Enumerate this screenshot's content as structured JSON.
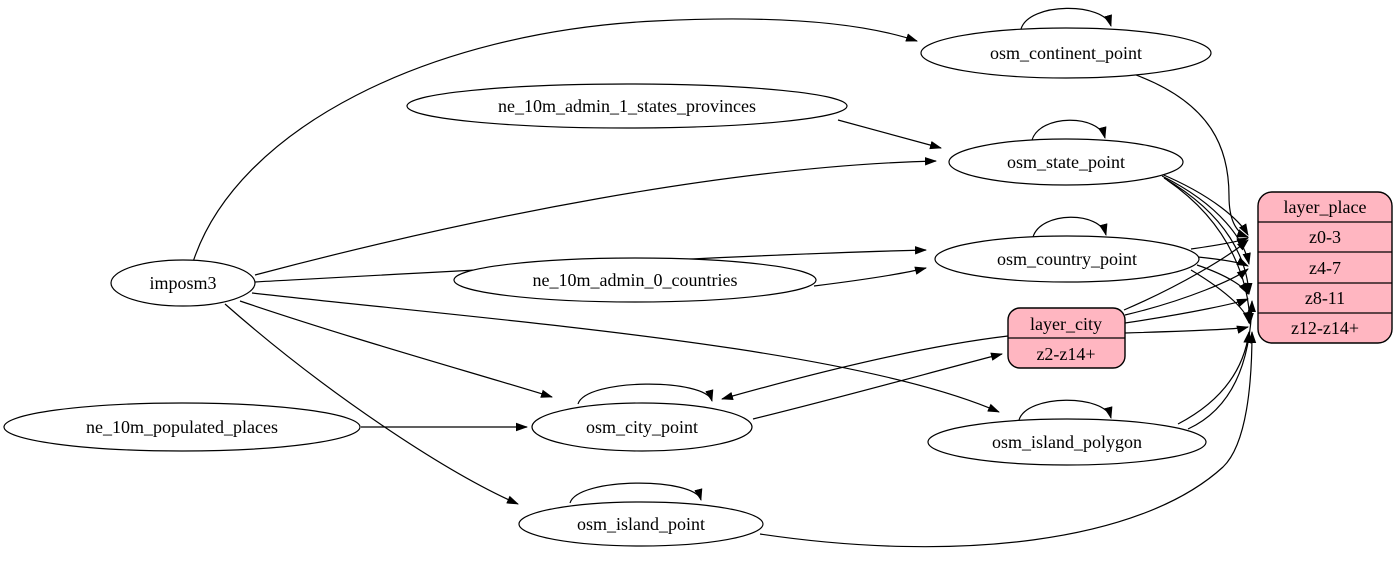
{
  "diagram": {
    "type": "graphviz-etl-flow",
    "nodes": {
      "imposm3": {
        "label": "imposm3",
        "shape": "ellipse"
      },
      "ne_admin1": {
        "label": "ne_10m_admin_1_states_provinces",
        "shape": "ellipse"
      },
      "ne_admin0": {
        "label": "ne_10m_admin_0_countries",
        "shape": "ellipse"
      },
      "ne_places": {
        "label": "ne_10m_populated_places",
        "shape": "ellipse"
      },
      "continent": {
        "label": "osm_continent_point",
        "shape": "ellipse"
      },
      "state": {
        "label": "osm_state_point",
        "shape": "ellipse"
      },
      "country": {
        "label": "osm_country_point",
        "shape": "ellipse"
      },
      "city": {
        "label": "osm_city_point",
        "shape": "ellipse"
      },
      "island_polygon": {
        "label": "osm_island_polygon",
        "shape": "ellipse"
      },
      "island_point": {
        "label": "osm_island_point",
        "shape": "ellipse"
      },
      "layer_city": {
        "label": "layer_city",
        "shape": "record",
        "rows": [
          "z2-z14+"
        ]
      },
      "layer_place": {
        "label": "layer_place",
        "shape": "record",
        "rows": [
          "z0-3",
          "z4-7",
          "z8-11",
          "z12-z14+"
        ]
      }
    },
    "edges": [
      {
        "from": "imposm3",
        "to": "osm_continent_point"
      },
      {
        "from": "imposm3",
        "to": "osm_state_point"
      },
      {
        "from": "imposm3",
        "to": "osm_country_point"
      },
      {
        "from": "imposm3",
        "to": "osm_city_point"
      },
      {
        "from": "imposm3",
        "to": "osm_island_polygon"
      },
      {
        "from": "imposm3",
        "to": "osm_island_point"
      },
      {
        "from": "ne_10m_admin_1_states_provinces",
        "to": "osm_state_point"
      },
      {
        "from": "ne_10m_admin_0_countries",
        "to": "osm_country_point"
      },
      {
        "from": "ne_10m_populated_places",
        "to": "osm_city_point"
      },
      {
        "from": "osm_continent_point",
        "to": "osm_continent_point",
        "self_loop": true
      },
      {
        "from": "osm_state_point",
        "to": "osm_state_point",
        "self_loop": true
      },
      {
        "from": "osm_country_point",
        "to": "osm_country_point",
        "self_loop": true
      },
      {
        "from": "osm_city_point",
        "to": "osm_city_point",
        "self_loop": true
      },
      {
        "from": "osm_island_polygon",
        "to": "osm_island_polygon",
        "self_loop": true
      },
      {
        "from": "osm_island_point",
        "to": "osm_island_point",
        "self_loop": true
      },
      {
        "from": "osm_continent_point",
        "to": "layer_place",
        "port": "z0-3"
      },
      {
        "from": "osm_state_point",
        "to": "layer_place",
        "port": "z0-3"
      },
      {
        "from": "osm_state_point",
        "to": "layer_place",
        "port": "z4-7"
      },
      {
        "from": "osm_state_point",
        "to": "layer_place",
        "port": "z8-11"
      },
      {
        "from": "osm_state_point",
        "to": "layer_place",
        "port": "z12-z14+"
      },
      {
        "from": "osm_country_point",
        "to": "layer_place",
        "port": "z0-3"
      },
      {
        "from": "osm_country_point",
        "to": "layer_place",
        "port": "z4-7"
      },
      {
        "from": "osm_country_point",
        "to": "layer_place",
        "port": "z8-11"
      },
      {
        "from": "osm_country_point",
        "to": "layer_place",
        "port": "z12-z14+"
      },
      {
        "from": "osm_city_point",
        "to": "layer_city",
        "port": "z2-z14+"
      },
      {
        "from": "layer_city",
        "to": "osm_city_point"
      },
      {
        "from": "layer_city",
        "to": "layer_place",
        "port": "z0-3"
      },
      {
        "from": "layer_city",
        "to": "layer_place",
        "port": "z4-7"
      },
      {
        "from": "layer_city",
        "to": "layer_place",
        "port": "z8-11"
      },
      {
        "from": "layer_city",
        "to": "layer_place",
        "port": "z12-z14+"
      },
      {
        "from": "osm_island_polygon",
        "to": "layer_place",
        "port": "z8-11"
      },
      {
        "from": "osm_island_polygon",
        "to": "layer_place",
        "port": "z12-z14+"
      },
      {
        "from": "osm_island_point",
        "to": "layer_place",
        "port": "z12-z14+"
      }
    ],
    "colors": {
      "record_fill": "#ffb6c1",
      "record_border": "#000000",
      "node_fill": "#ffffff",
      "edge": "#000000",
      "background": "#ffffff"
    }
  }
}
